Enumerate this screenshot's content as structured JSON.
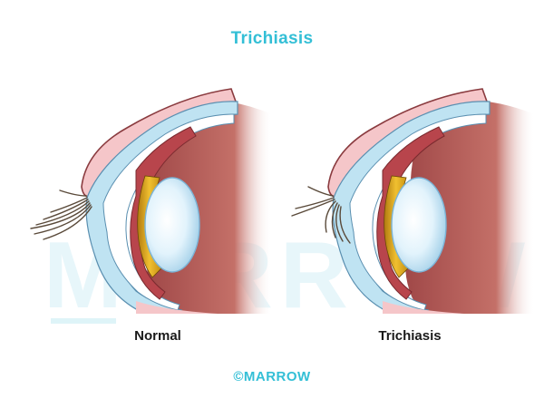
{
  "title": "Trichiasis",
  "watermark": "MARROW",
  "panels": [
    {
      "label": "Normal",
      "lashes": "directed outward, away from the cornea"
    },
    {
      "label": "Trichiasis",
      "lashes": "misdirected inward toward the globe"
    }
  ],
  "credit": "©MARROW",
  "colors": {
    "title": "#33bfd6",
    "skin": "#f5c6c9",
    "conjunctiva_blue": "#bfe3f2",
    "tarsus_red": "#b8454c",
    "orbit_brown": "#a8524f",
    "lens_blue": "#d6eefb",
    "iris_gold": "#d9a514",
    "lash": "#5a4a3a"
  }
}
